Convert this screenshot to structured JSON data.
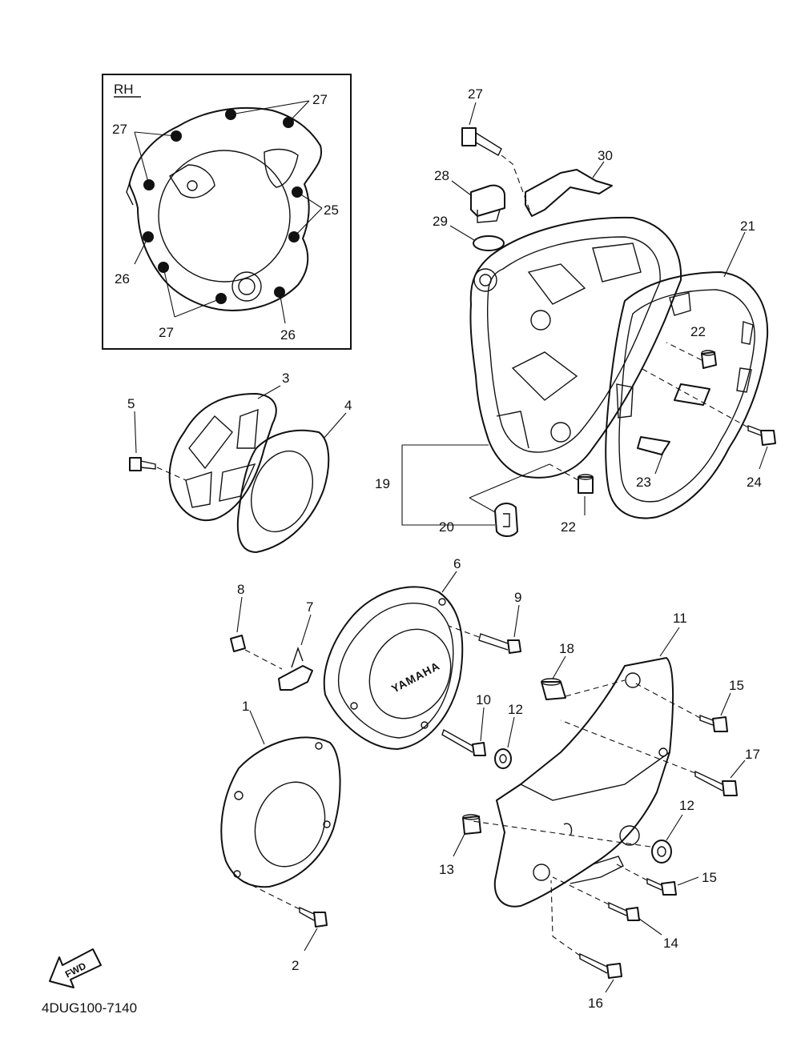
{
  "inset": {
    "label": "RH"
  },
  "callouts": {
    "c1": "1",
    "c2": "2",
    "c3": "3",
    "c4": "4",
    "c5": "5",
    "c6": "6",
    "c7": "7",
    "c8": "8",
    "c9": "9",
    "c10": "10",
    "c11": "11",
    "c12a": "12",
    "c12b": "12",
    "c13": "13",
    "c14": "14",
    "c15a": "15",
    "c15b": "15",
    "c16": "16",
    "c17": "17",
    "c18": "18",
    "c19": "19",
    "c20": "20",
    "c21": "21",
    "c22a": "22",
    "c22b": "22",
    "c23": "23",
    "c24": "24",
    "c27top": "27",
    "c28": "28",
    "c29": "29",
    "c30": "30",
    "in27a": "27",
    "in27b": "27",
    "in27c": "27",
    "in25": "25",
    "in26a": "26",
    "in26b": "26"
  },
  "cover_logo": "YAMAHA",
  "direction_arrow": {
    "label": "FWD",
    "icon": "forward-arrow-icon"
  },
  "diagram_code": "4DUG100-7140"
}
